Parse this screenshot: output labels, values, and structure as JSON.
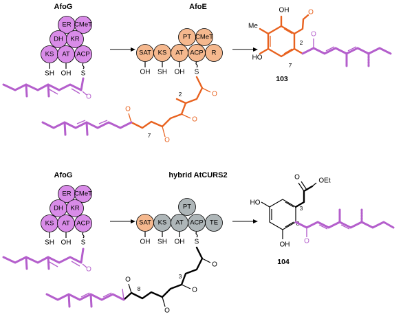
{
  "top": {
    "enzyme_left": "AfoG",
    "enzyme_mid": "AfoE",
    "afog_domains": [
      "ER",
      "CMeT",
      "DH",
      "KR",
      "KS",
      "AT",
      "ACP"
    ],
    "afoe_domains": [
      "PT",
      "CMeT",
      "SAT",
      "KS",
      "AT",
      "ACP",
      "R"
    ],
    "thiol_labels": [
      "SH",
      "OH",
      "S"
    ],
    "afoe_thiol_labels": [
      "OH",
      "SH",
      "OH",
      "S"
    ],
    "chain_numbers": [
      "2",
      "7"
    ],
    "product_numbers": [
      "2",
      "7"
    ],
    "product_substituents": [
      "Me",
      "OH",
      "HO"
    ],
    "product_label": "103"
  },
  "bottom": {
    "enzyme_left": "AfoG",
    "enzyme_mid": "hybrid AtCURS2",
    "afog_domains": [
      "ER",
      "CMeT",
      "DH",
      "KR",
      "KS",
      "AT",
      "ACP"
    ],
    "hybrid_domains": [
      "PT",
      "SAT",
      "KS",
      "AT",
      "ACP",
      "TE"
    ],
    "thiol_labels": [
      "SH",
      "OH",
      "S"
    ],
    "hybrid_thiol_labels": [
      "OH",
      "SH",
      "OH",
      "S"
    ],
    "chain_numbers": [
      "3",
      "8"
    ],
    "product_numbers": [
      "3",
      "8"
    ],
    "product_substituents": [
      "OEt",
      "HO",
      "OH"
    ],
    "product_label": "104"
  },
  "colors": {
    "afog": "#d98ce8",
    "afoe": "#f5b88e",
    "hybrid_grey": "#aeb6b8",
    "chain_purple": "#b45fcc",
    "chain_orange": "#e8621f"
  }
}
